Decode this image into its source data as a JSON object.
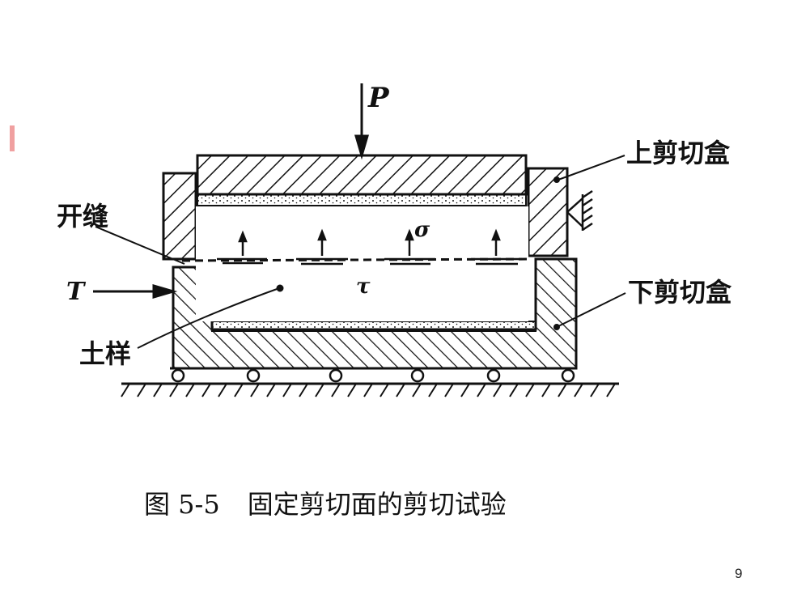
{
  "labels": {
    "force_p": "P",
    "upper_box": "上剪切盒",
    "gap": "开缝",
    "force_t": "T",
    "lower_box": "下剪切盒",
    "soil_sample": "土样",
    "sigma": "σ",
    "tau": "τ"
  },
  "caption": {
    "figure_no": "图 5-5",
    "title": "固定剪切面的剪切试验"
  },
  "page_number": "9",
  "colors": {
    "ink": "#111111",
    "background": "#ffffff",
    "accent": "#f0a0a0"
  }
}
